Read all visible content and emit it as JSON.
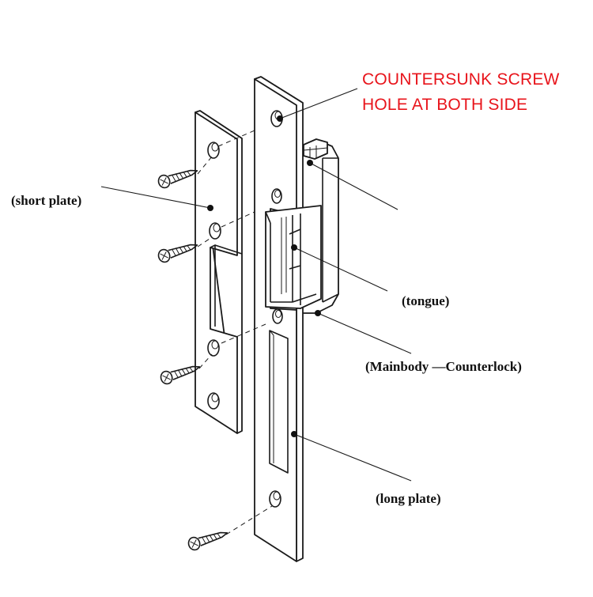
{
  "callout": {
    "line1": "COUNTERSUNK SCREW",
    "line2": "HOLE AT BOTH SIDE",
    "color": "#e8141b"
  },
  "labels": {
    "short_plate": "(short plate)",
    "tongue": "(tongue)",
    "mainbody": "(Mainbody —Counterlock)",
    "long_plate": "(long plate)"
  },
  "parts": [
    "short-plate",
    "long-plate",
    "mainbody",
    "tongue",
    "screw",
    "screw",
    "screw",
    "screw"
  ]
}
